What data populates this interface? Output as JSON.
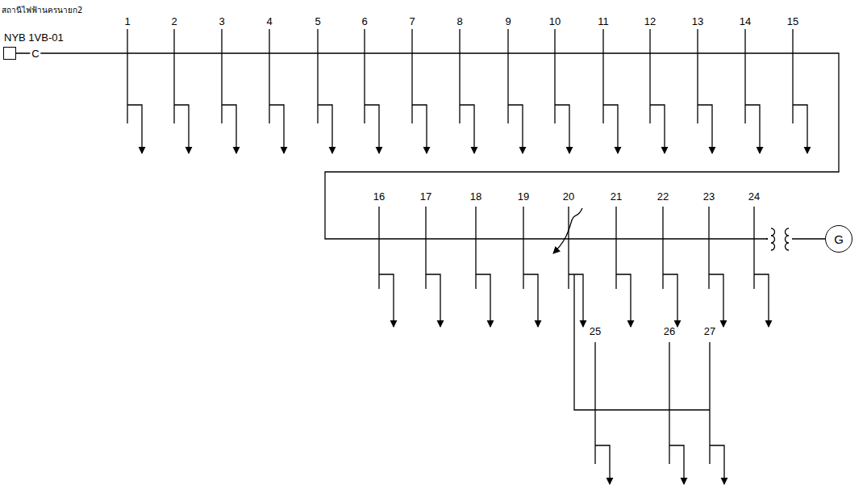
{
  "diagram": {
    "nodes": [
      {
        "text": [
          "NYB 1VB-01"
        ]
      },
      {
        "text": [
          "G"
        ]
      }
    ],
    "edges": [
      {
        "from": 0,
        "to": 1,
        "arrow": "none",
        "label": "C"
      }
    ],
    "labels": [
      "สถานีไฟฟ้านครนายก2",
      "1",
      "2",
      "3",
      "4",
      "5",
      "6",
      "7",
      "8",
      "9",
      "10",
      "11",
      "12",
      "13",
      "14",
      "15",
      "16",
      "17",
      "18",
      "19",
      "20",
      "21",
      "22",
      "23",
      "24",
      "25",
      "26",
      "27"
    ]
  }
}
